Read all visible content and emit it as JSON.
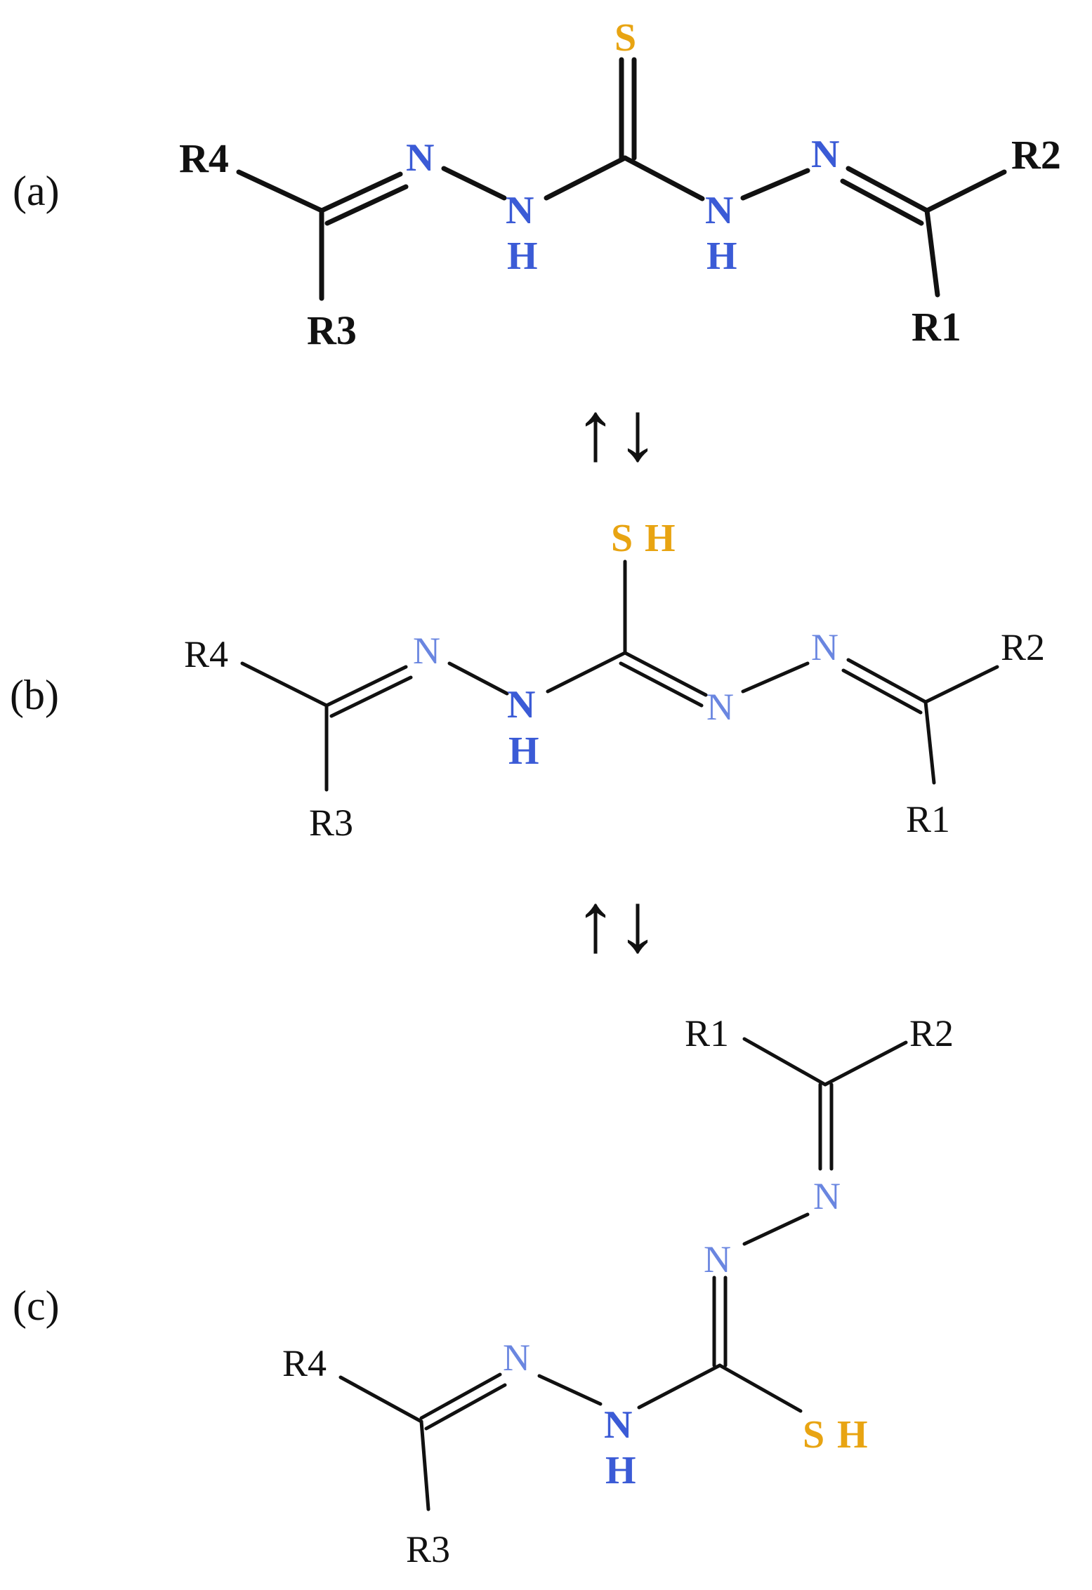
{
  "colors": {
    "nitrogen": "#3b5bd6",
    "nitrogen_light": "#6a86e0",
    "sulfur": "#e8a412",
    "bond": "#111111"
  },
  "panel_a": {
    "label": "(a)",
    "r1": "R1",
    "r2": "R2",
    "r3": "R3",
    "r4": "R4",
    "n": "N",
    "h": "H",
    "s": "S"
  },
  "panel_b": {
    "label": "(b)",
    "r1": "R1",
    "r2": "R2",
    "r3": "R3",
    "r4": "R4",
    "n": "N",
    "h": "H",
    "s": "S",
    "sh_h": "H"
  },
  "panel_c": {
    "label": "(c)",
    "r1": "R1",
    "r2": "R2",
    "r3": "R3",
    "r4": "R4",
    "n": "N",
    "h": "H",
    "s": "S",
    "sh_h": "H"
  },
  "arrows": {
    "equilibrium": "↑↓"
  }
}
